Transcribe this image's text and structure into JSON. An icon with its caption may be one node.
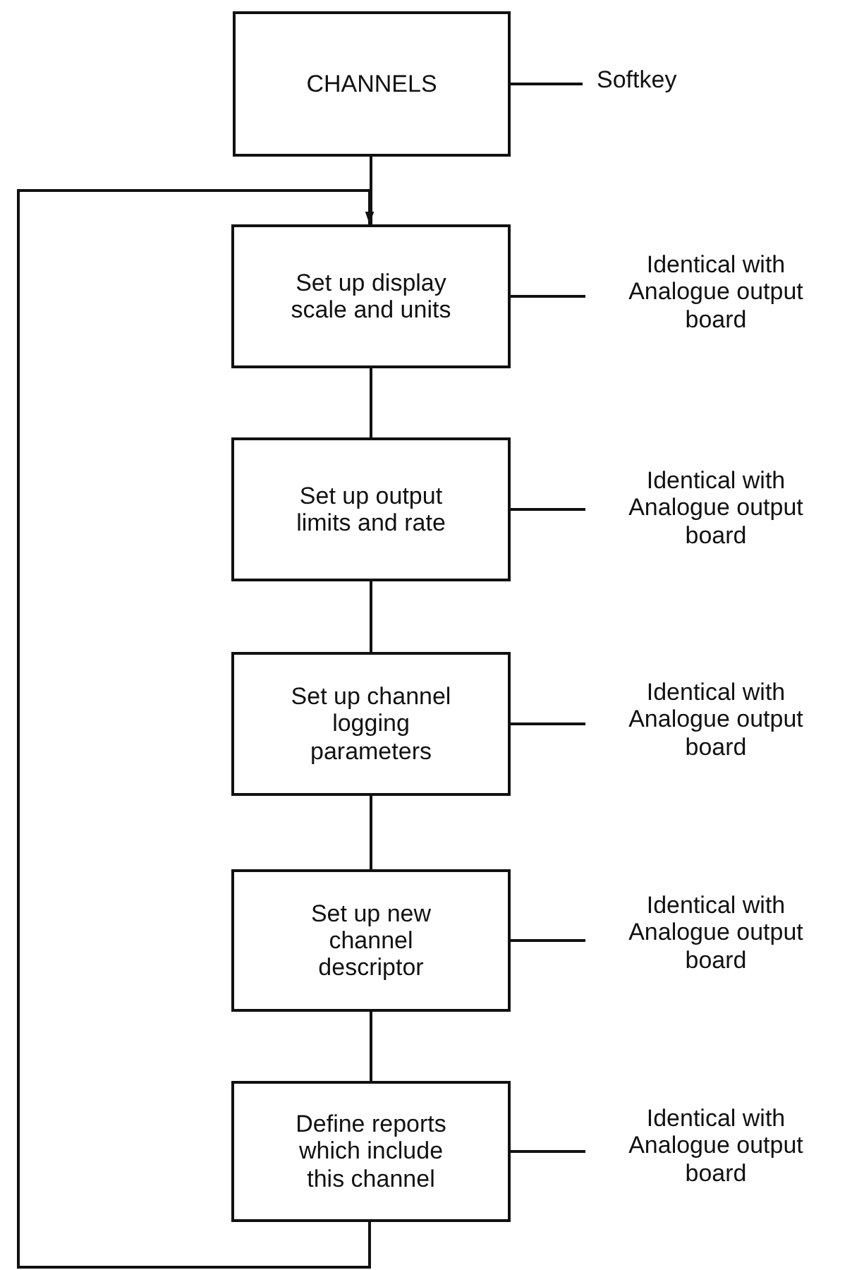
{
  "diagram": {
    "nodes": [
      {
        "text": [
          "CHANNELS"
        ]
      },
      {
        "text": [
          "Softkey"
        ]
      },
      {
        "text": [
          "Set up display scale and units"
        ]
      },
      {
        "text": [
          "Identical with Analogue output board"
        ]
      },
      {
        "text": [
          "Set up output limits and rate"
        ]
      },
      {
        "text": [
          "Identical with Analogue output board"
        ]
      },
      {
        "text": [
          "Set up channel logging parameters"
        ]
      },
      {
        "text": [
          "Identical with Analogue output board"
        ]
      },
      {
        "text": [
          "Set up new channel descriptor"
        ]
      },
      {
        "text": [
          "Identical with Analogue output board"
        ]
      },
      {
        "text": [
          "Define reports which include this channel"
        ]
      },
      {
        "text": [
          "Identical with Analogue output board"
        ]
      }
    ],
    "edges": [
      {
        "from": 0,
        "to": 1,
        "arrow": "none"
      },
      {
        "from": 0,
        "to": 2,
        "arrow": "none"
      },
      {
        "from": 2,
        "to": 3,
        "arrow": "none"
      },
      {
        "from": 2,
        "to": 4,
        "arrow": "none"
      },
      {
        "from": 4,
        "to": 5,
        "arrow": "none"
      },
      {
        "from": 4,
        "to": 6,
        "arrow": "none"
      },
      {
        "from": 6,
        "to": 7,
        "arrow": "none"
      },
      {
        "from": 6,
        "to": 8,
        "arrow": "none"
      },
      {
        "from": 8,
        "to": 9,
        "arrow": "none"
      },
      {
        "from": 8,
        "to": 10,
        "arrow": "none"
      },
      {
        "from": 10,
        "to": 11,
        "arrow": "none"
      },
      {
        "from": 10,
        "to": 2,
        "arrow": "to"
      }
    ]
  }
}
